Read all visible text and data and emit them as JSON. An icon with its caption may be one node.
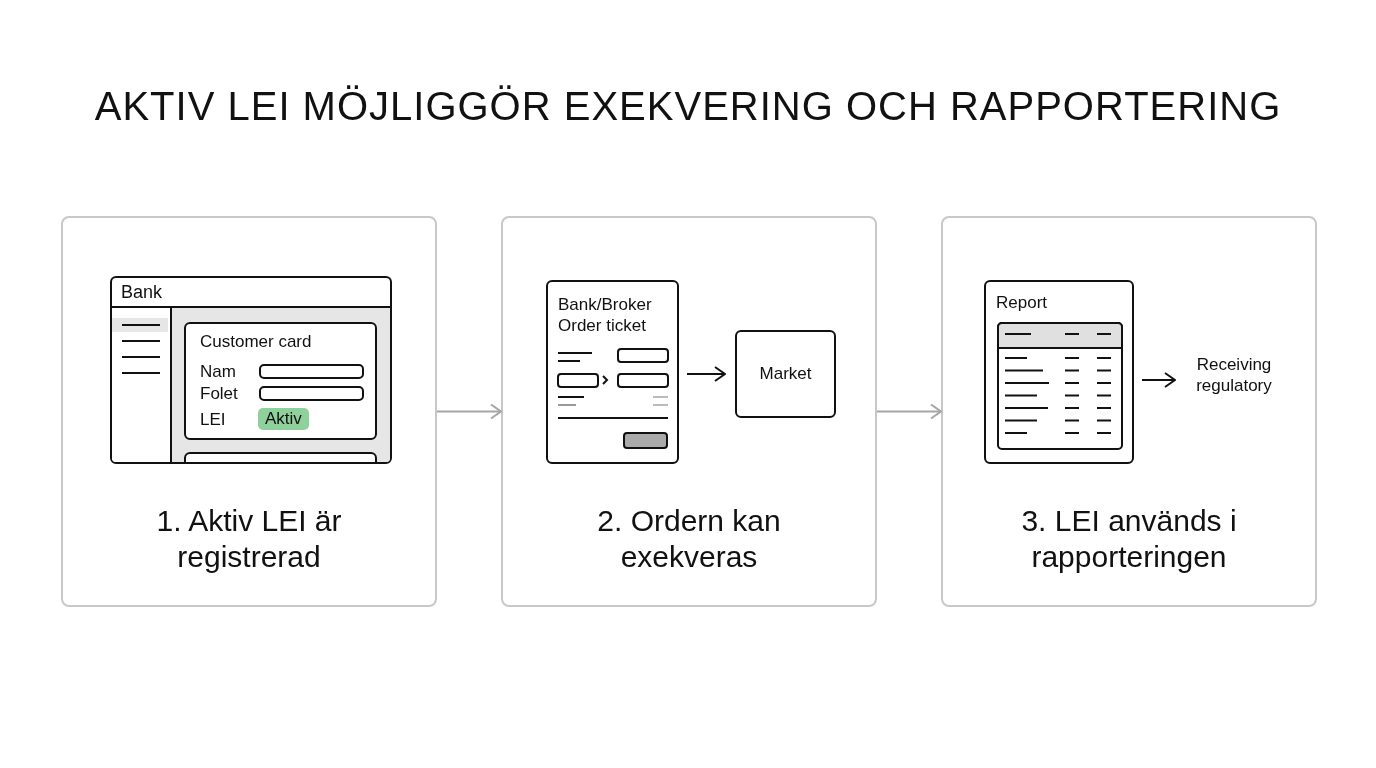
{
  "diagram": {
    "title": "AKTIV LEI MÖJLIGGÖR EXEKVERING OCH RAPPORTERING",
    "nodes": [
      {
        "text": [
          "1. Aktiv LEI är registrerad"
        ]
      },
      {
        "text": [
          "Bank"
        ],
        "in": 0
      },
      {
        "text": [
          "Customer card",
          "Nam",
          "Folet",
          "LEI",
          "Aktiv"
        ],
        "in": 1
      },
      {
        "text": [
          "2. Ordern kan exekveras"
        ]
      },
      {
        "text": [
          "Bank/Broker Order ticket"
        ],
        "in": 3
      },
      {
        "text": [
          "Market"
        ],
        "in": 3
      },
      {
        "text": [
          "3. LEI används i rapporteringen"
        ]
      },
      {
        "text": [
          "Report"
        ],
        "in": 6
      },
      {
        "text": [
          "Receiving regulatory"
        ],
        "in": 6
      }
    ],
    "edges": [
      {
        "from": 0,
        "to": 3,
        "arrow": "to",
        "color": "#a6a6a6"
      },
      {
        "from": 4,
        "to": 5,
        "arrow": "to",
        "color": "#111111"
      },
      {
        "from": 3,
        "to": 6,
        "arrow": "to",
        "color": "#a6a6a6"
      },
      {
        "from": 7,
        "to": 8,
        "arrow": "to",
        "color": "#111111"
      }
    ]
  }
}
